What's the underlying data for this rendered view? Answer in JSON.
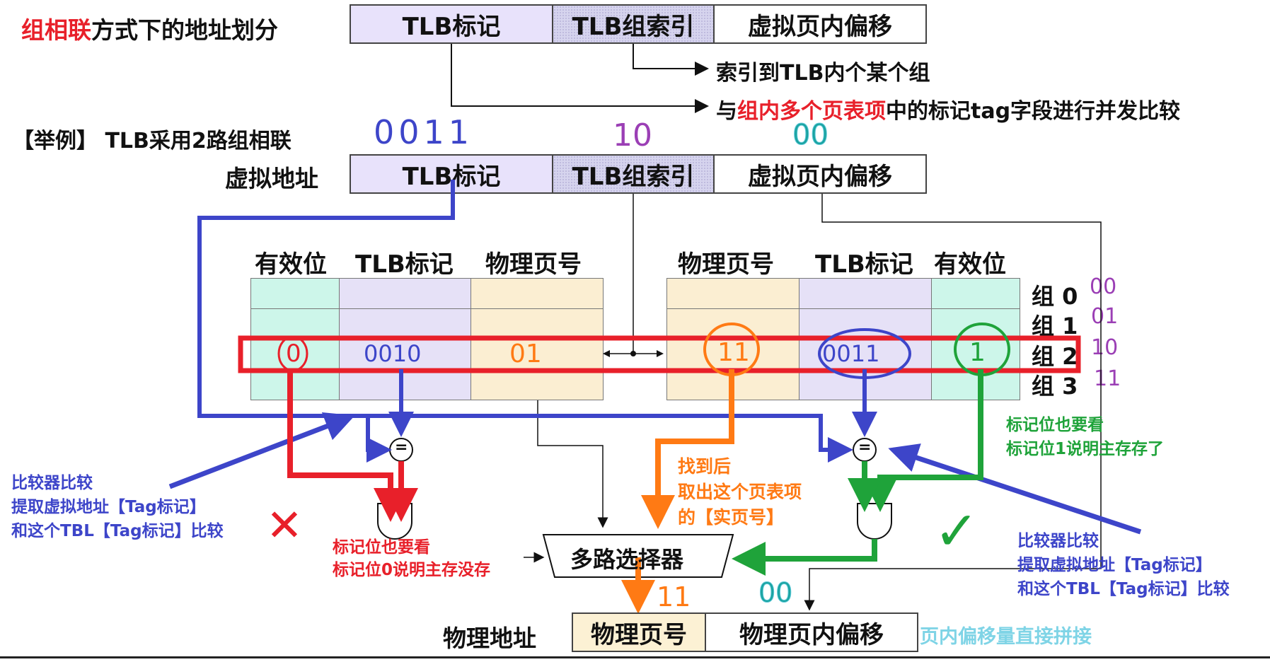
{
  "title": {
    "part1": "组相联",
    "part2": "方式下的地址划分"
  },
  "top_address": {
    "tag": "TLB标记",
    "index": "TLB组索引",
    "offset": "虚拟页内偏移"
  },
  "arrow_notes": {
    "index_note": "索引到TLB内个某个组",
    "compare_pre": "与",
    "compare_highlight": "组内多个页表项",
    "compare_post": "中的标记tag字段进行并发比较"
  },
  "example": {
    "label": "【举例】 TLB采用2路组相联",
    "virtual_address_label": "虚拟地址"
  },
  "virtual_address": {
    "tag": "TLB标记",
    "index": "TLB组索引",
    "offset": "虚拟页内偏移"
  },
  "handwritten_values": {
    "tag": "0011",
    "index": "10",
    "offset": "00"
  },
  "table_headers": {
    "left": [
      "有效位",
      "TLB标记",
      "物理页号"
    ],
    "right": [
      "物理页号",
      "TLB标记",
      "有效位"
    ]
  },
  "set_labels": [
    "组 0",
    "组 1",
    "组 2",
    "组 3"
  ],
  "set_binary": [
    "00",
    "01",
    "10",
    "11"
  ],
  "row2_values": {
    "left_valid": "0",
    "left_tag": "0010",
    "left_ppn": "01",
    "right_ppn": "11",
    "right_tag": "0011",
    "right_valid": "1"
  },
  "notes": {
    "left_compare": [
      "比较器比较",
      "提取虚拟地址【Tag标记】",
      "和这个TBL【Tag标记】比较"
    ],
    "left_valid": [
      "标记位也要看",
      "标记位0说明主存没存"
    ],
    "found": [
      "找到后",
      "取出这个页表项",
      "的【实页号】"
    ],
    "right_valid": [
      "标记位也要看",
      "标记位1说明主存存了"
    ],
    "right_compare": [
      "比较器比较",
      "提取虚拟地址【Tag标记】",
      "和这个TBL【Tag标记】比较"
    ],
    "concat": "页内偏移量直接拼接"
  },
  "comparator_symbol": "=",
  "mux_label": "多路选择器",
  "physical_address_label": "物理地址",
  "physical_address": {
    "ppn": "物理页号",
    "offset": "物理页内偏移"
  },
  "output_values": {
    "ppn": "11",
    "offset": "00"
  },
  "marks": {
    "cross": "✕",
    "check": "✓"
  },
  "colors": {
    "red": "#e8202a",
    "blue": "#3d45c9",
    "green": "#1fa33a",
    "orange": "#ff7a14",
    "purple": "#9b3fb5",
    "cyan": "#5ec9d9"
  }
}
